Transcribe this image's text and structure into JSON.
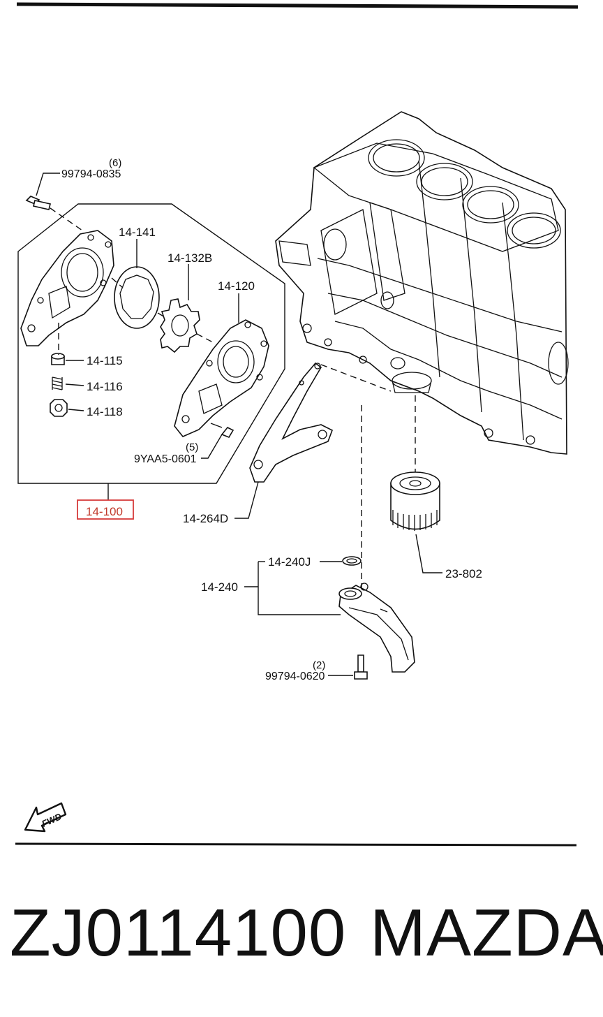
{
  "labels": {
    "bolt_qty": "(6)",
    "bolt": "99794-0835",
    "p14_141": "14-141",
    "p14_132b": "14-132B",
    "p14_120": "14-120",
    "p14_115": "14-115",
    "p14_116": "14-116",
    "p14_118": "14-118",
    "screw_qty": "(5)",
    "screw": "9YAA5-0601",
    "assembly": "14-100",
    "gasket": "14-264D",
    "oring": "14-240J",
    "strainer": "14-240",
    "filter": "23-802",
    "strainer_bolt_qty": "(2)",
    "strainer_bolt": "99794-0620",
    "fwd": "FWD"
  },
  "footer": {
    "part_number": "ZJ0114100",
    "brand": "MAZDA"
  },
  "colors": {
    "highlight": "#d63a3a",
    "line": "#111111"
  }
}
